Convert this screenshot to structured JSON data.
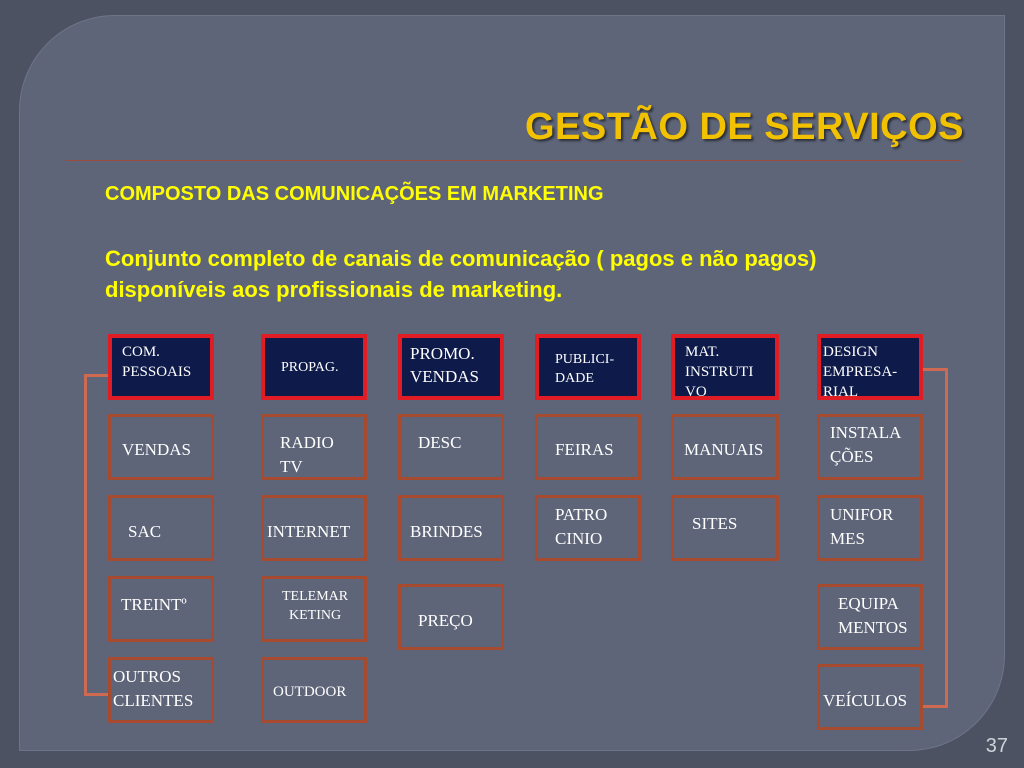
{
  "slide": {
    "title": "GESTÃO DE SERVIÇOS",
    "subtitle": "COMPOSTO DAS COMUNICAÇÕES EM MARKETING",
    "description_line1": "Conjunto completo de canais de comunicação ( pagos e não pagos)",
    "description_line2": "disponíveis aos profissionais de marketing.",
    "page_number": "37"
  },
  "columns": [
    {
      "header_lines": [
        "COM.",
        "PESSOAIS"
      ],
      "items": [
        [
          "VENDAS"
        ],
        [
          "SAC"
        ],
        [
          "TREINTº"
        ],
        [
          "OUTROS",
          "CLIENTES"
        ]
      ]
    },
    {
      "header_lines": [
        "PROPAG."
      ],
      "items": [
        [
          "RADIO",
          "TV"
        ],
        [
          "INTERNET"
        ],
        [
          "TELEMAR",
          "KETING"
        ],
        [
          "OUTDOOR"
        ]
      ]
    },
    {
      "header_lines": [
        "PROMO.",
        "VENDAS"
      ],
      "items": [
        [
          "DESC"
        ],
        [
          "BRINDES"
        ],
        [
          "PREÇO"
        ]
      ]
    },
    {
      "header_lines": [
        "PUBLICI-",
        "DADE"
      ],
      "items": [
        [
          "FEIRAS"
        ],
        [
          "PATRO",
          "CINIO"
        ]
      ]
    },
    {
      "header_lines": [
        "MAT.",
        "INSTRUTI",
        "VO"
      ],
      "items": [
        [
          "MANUAIS"
        ],
        [
          "SITES"
        ]
      ]
    },
    {
      "header_lines": [
        "DESIGN",
        "EMPRESA-",
        "RIAL"
      ],
      "items": [
        [
          "INSTALA",
          "ÇÕES"
        ],
        [
          "UNIFOR",
          "MES"
        ],
        [
          "EQUIPA",
          "MENTOS"
        ],
        [
          "VEÍCULOS"
        ]
      ]
    }
  ],
  "colors": {
    "title": "#f2c200",
    "text_yellow": "#ffff00",
    "header_fill": "#0e1a4a",
    "header_border": "#e01c24",
    "box_border": "#a64a30",
    "background": "#5f6579"
  }
}
